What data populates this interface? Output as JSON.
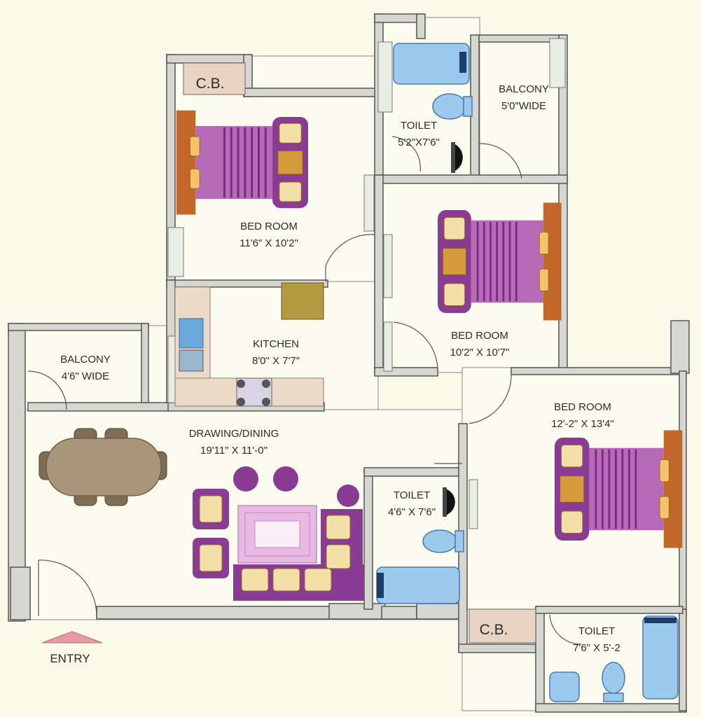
{
  "rooms": {
    "bedroom_top_left": {
      "name": "BED ROOM",
      "size": "11'6\" X 10'2\""
    },
    "bedroom_middle": {
      "name": "BED ROOM",
      "size": "10'2\" X 10'7\""
    },
    "bedroom_right": {
      "name": "BED ROOM",
      "size": "12'-2\" X 13'4\""
    },
    "toilet_top": {
      "name": "TOILET",
      "size": "5'2\"X7'6\""
    },
    "toilet_center": {
      "name": "TOILET",
      "size": "4'6\" X 7'6\""
    },
    "toilet_bottom_right": {
      "name": "TOILET",
      "size": "7'6\" X 5'-2"
    },
    "balcony_top": {
      "name": "BALCONY",
      "size": "5'0\"WIDE"
    },
    "balcony_left": {
      "name": "BALCONY",
      "size": "4'6\" WIDE"
    },
    "kitchen": {
      "name": "KITCHEN",
      "size": "8'0\" X 7'7\""
    },
    "drawing_dining": {
      "name": "DRAWING/DINING",
      "size": "19'11\" X 11'-0\""
    }
  },
  "cupboards": {
    "top": "C.B.",
    "bottom": "C.B."
  },
  "entry": {
    "label": "ENTRY"
  },
  "colors": {
    "background": "#fbf9ea",
    "wall": "#d7d7d2",
    "bed_purple": "#8a3b93",
    "bed_wood": "#c1672a",
    "fixture_blue": "#9cc9ee",
    "cupboard": "#e9d3c3",
    "entry_arrow": "#e69ba4"
  }
}
